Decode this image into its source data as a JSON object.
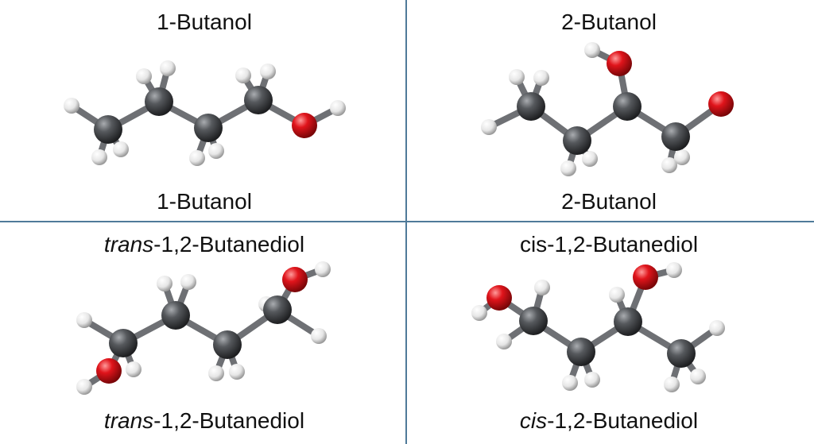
{
  "panels": [
    {
      "title": "1-Butanol",
      "caption": "1-Butanol"
    },
    {
      "title": "2-Butanol",
      "caption": "2-Butanol"
    },
    {
      "title_prefix": "trans",
      "title_rest": "-1,2-Butanediol",
      "caption_prefix": "trans",
      "caption_rest": "-1,2-Butanediol"
    },
    {
      "title": "cis-1,2-Butanediol",
      "caption_prefix": "cis",
      "caption_rest": "-1,2-Butanediol"
    }
  ],
  "colors": {
    "carbon": "#3d3f42",
    "oxygen": "#e0141b",
    "hydrogen": "#f2f2f2",
    "divider": "#4f7a99"
  }
}
